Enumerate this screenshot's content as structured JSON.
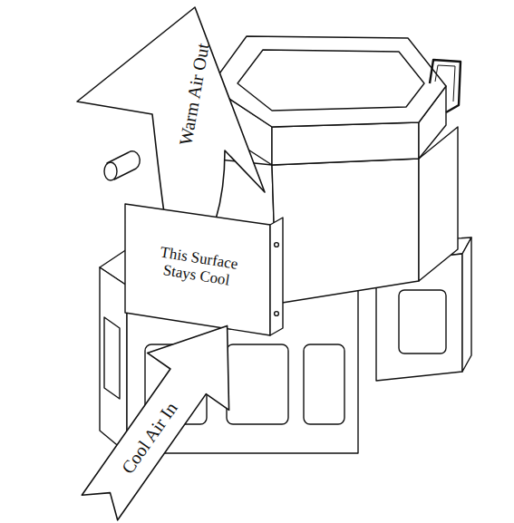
{
  "diagram": {
    "labels": [
      "Warm Air Out",
      "This Surface Stays Cool",
      "Cool Air In"
    ]
  }
}
